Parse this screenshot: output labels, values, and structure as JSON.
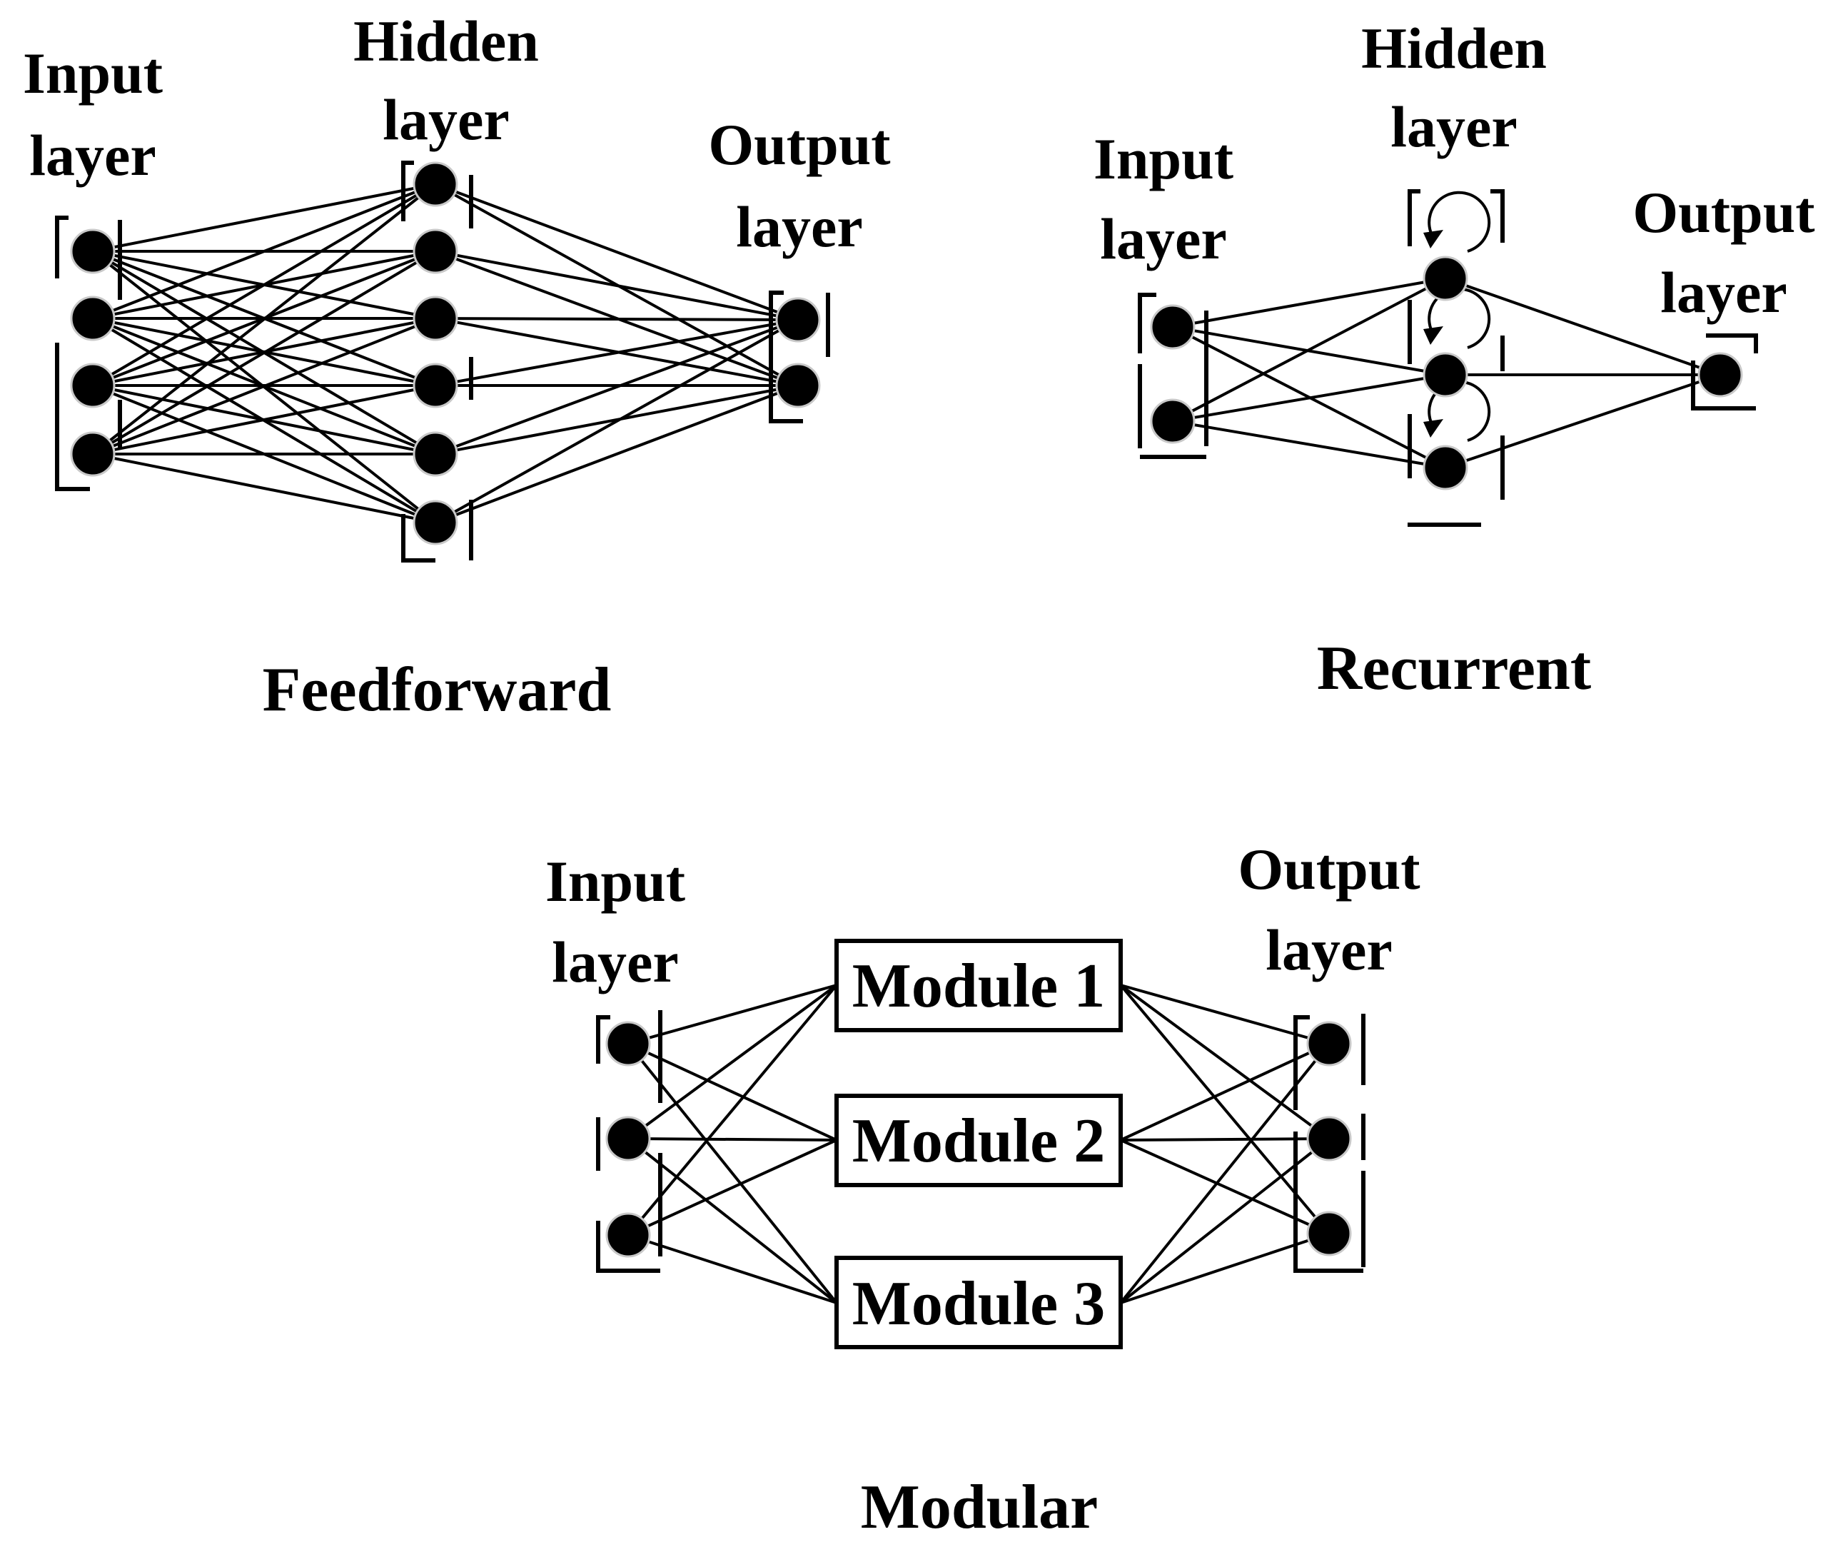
{
  "feedforward": {
    "caption": "Feedforward",
    "input_label": [
      "Input",
      "layer"
    ],
    "hidden_label": [
      "Hidden",
      "layer"
    ],
    "output_label": [
      "Output",
      "layer"
    ]
  },
  "recurrent": {
    "caption": "Recurrent",
    "input_label": [
      "Input",
      "layer"
    ],
    "hidden_label": [
      "Hidden",
      "layer"
    ],
    "output_label": [
      "Output",
      "layer"
    ]
  },
  "modular": {
    "caption": "Modular",
    "input_label": [
      "Input",
      "layer"
    ],
    "output_label": [
      "Output",
      "layer"
    ],
    "modules": [
      "Module 1",
      "Module 2",
      "Module 3"
    ]
  }
}
